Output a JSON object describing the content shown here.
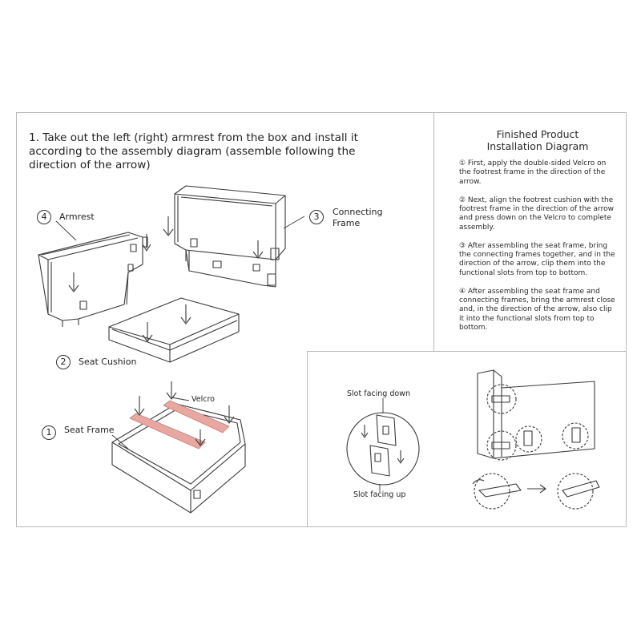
{
  "step_title": "1. Take out the left (right) armrest from the box and install it according to the assembly diagram (assemble following the direction of the arrow)",
  "finished_title_1": "Finished Product",
  "finished_title_2": "Installation Diagram",
  "instructions": [
    "① First, apply the double-sided Velcro on the footrest frame in the direction of the arrow.",
    "② Next, align the footrest cushion with the footrest frame in the direction of the arrow and press down on the Velcro to complete assembly.",
    "③ After assembling the seat frame, bring the connecting frames together, and in the direction of the arrow, clip them into the functional slots from top to bottom.",
    "④ After assembling the seat frame and connecting frames, bring the armrest close and, in the direction of the arrow, also clip it into the functional slots from top to bottom."
  ],
  "parts": {
    "armrest": {
      "num": "4",
      "label": "Armrest"
    },
    "connecting": {
      "num": "3",
      "label_1": "Connecting",
      "label_2": "Frame"
    },
    "cushion": {
      "num": "2",
      "label": "Seat Cushion"
    },
    "frame": {
      "num": "1",
      "label": "Seat Frame"
    }
  },
  "velcro_label": "Velcro",
  "slot_down": "Slot facing down",
  "slot_up": "Slot facing up",
  "colors": {
    "line": "#3a3a3a",
    "velcro": "#e8a7a0",
    "border": "#b8b8b8"
  }
}
